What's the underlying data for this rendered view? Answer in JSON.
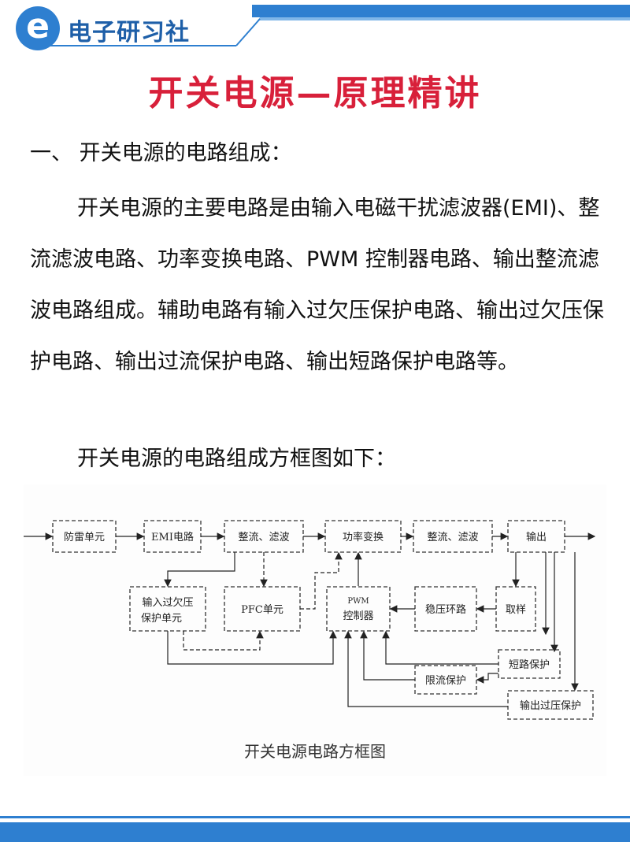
{
  "header": {
    "logo_letter": "e",
    "brand": "电子研习社",
    "colors": {
      "primary": "#2e7fd0",
      "title": "#d8203a"
    }
  },
  "title": "开关电源—原理精讲",
  "section": {
    "heading": "一、 开关电源的电路组成：",
    "paragraph": "开关电源的主要电路是由输入电磁干扰滤波器(EMI)、整流滤波电路、功率变换电路、PWM 控制器电路、输出整流滤波电路组成。辅助电路有输入过欠压保护电路、输出过欠压保护电路、输出过流保护电路、输出短路保护电路等。",
    "diagram_intro": "开关电源的电路组成方框图如下："
  },
  "diagram": {
    "blocks": {
      "lightning": "防雷单元",
      "emi": "EMI电路",
      "rectify1": "整流、滤波",
      "power": "功率变换",
      "rectify2": "整流、滤波",
      "output": "输出",
      "input_protect_1": "输入过欠压",
      "input_protect_2": "保护单元",
      "pfc": "PFC单元",
      "pwm_1": "PWM",
      "pwm_2": "控制器",
      "regulate": "稳压环路",
      "sample": "取样",
      "short_protect": "短路保护",
      "current_limit": "限流保护",
      "output_over_protect": "输出过压保护"
    },
    "caption": "开关电源电路方框图"
  }
}
